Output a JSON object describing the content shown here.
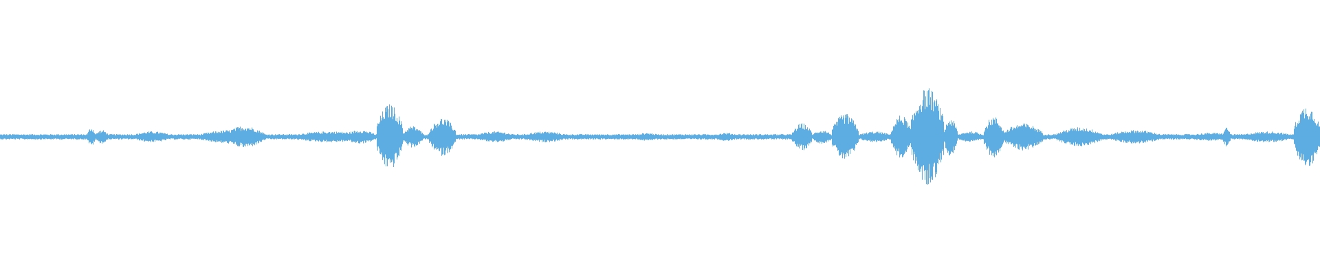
{
  "waveform": {
    "color": "#5dade2",
    "baseline_amplitude": 0.02,
    "segments": [
      {
        "start": 0.0,
        "end": 0.066,
        "amp": 0.02
      },
      {
        "start": 0.066,
        "end": 0.072,
        "amp": 0.07
      },
      {
        "start": 0.072,
        "end": 0.082,
        "amp": 0.05
      },
      {
        "start": 0.1,
        "end": 0.13,
        "amp": 0.04
      },
      {
        "start": 0.15,
        "end": 0.2,
        "amp": 0.05
      },
      {
        "start": 0.17,
        "end": 0.2,
        "amp": 0.08
      },
      {
        "start": 0.22,
        "end": 0.28,
        "amp": 0.04
      },
      {
        "start": 0.26,
        "end": 0.285,
        "amp": 0.05
      },
      {
        "start": 0.285,
        "end": 0.305,
        "amp": 0.24
      },
      {
        "start": 0.305,
        "end": 0.32,
        "amp": 0.08
      },
      {
        "start": 0.325,
        "end": 0.345,
        "amp": 0.14
      },
      {
        "start": 0.36,
        "end": 0.39,
        "amp": 0.04
      },
      {
        "start": 0.395,
        "end": 0.43,
        "amp": 0.04
      },
      {
        "start": 0.48,
        "end": 0.5,
        "amp": 0.03
      },
      {
        "start": 0.54,
        "end": 0.56,
        "amp": 0.03
      },
      {
        "start": 0.6,
        "end": 0.615,
        "amp": 0.1
      },
      {
        "start": 0.615,
        "end": 0.63,
        "amp": 0.05
      },
      {
        "start": 0.63,
        "end": 0.65,
        "amp": 0.17
      },
      {
        "start": 0.65,
        "end": 0.675,
        "amp": 0.04
      },
      {
        "start": 0.675,
        "end": 0.69,
        "amp": 0.16
      },
      {
        "start": 0.69,
        "end": 0.715,
        "amp": 0.36
      },
      {
        "start": 0.715,
        "end": 0.725,
        "amp": 0.14
      },
      {
        "start": 0.725,
        "end": 0.745,
        "amp": 0.04
      },
      {
        "start": 0.745,
        "end": 0.76,
        "amp": 0.15
      },
      {
        "start": 0.76,
        "end": 0.79,
        "amp": 0.1
      },
      {
        "start": 0.8,
        "end": 0.835,
        "amp": 0.07
      },
      {
        "start": 0.84,
        "end": 0.88,
        "amp": 0.05
      },
      {
        "start": 0.9,
        "end": 0.935,
        "amp": 0.03
      },
      {
        "start": 0.926,
        "end": 0.932,
        "amp": 0.07
      },
      {
        "start": 0.94,
        "end": 0.98,
        "amp": 0.04
      },
      {
        "start": 0.98,
        "end": 1.0,
        "amp": 0.23
      }
    ]
  }
}
